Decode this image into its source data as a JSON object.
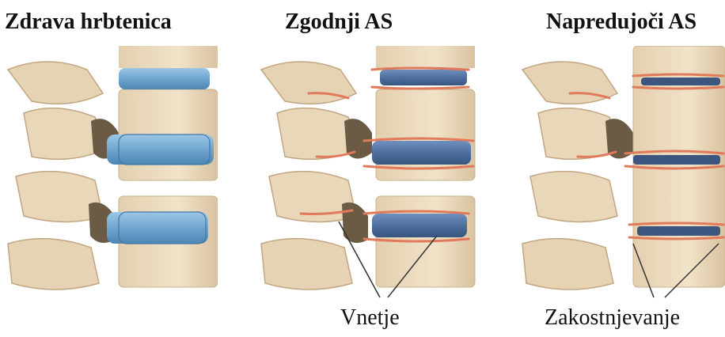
{
  "panels": [
    {
      "title": "Zdrava hrbtenica",
      "caption": "",
      "stage": "healthy"
    },
    {
      "title": "Zgodnji AS",
      "caption": "Vnetje",
      "stage": "early"
    },
    {
      "title": "Napredujoči AS",
      "caption": "Zakostnjevanje",
      "stage": "advanced"
    }
  ],
  "colors": {
    "bone": "#eddcc0",
    "bone_shadow": "#c9b08e",
    "disc_healthy": "#6fa6cf",
    "disc_early": "#4f6f9e",
    "disc_advanced": "#3d5680",
    "inflammation": "#e07a5a"
  }
}
